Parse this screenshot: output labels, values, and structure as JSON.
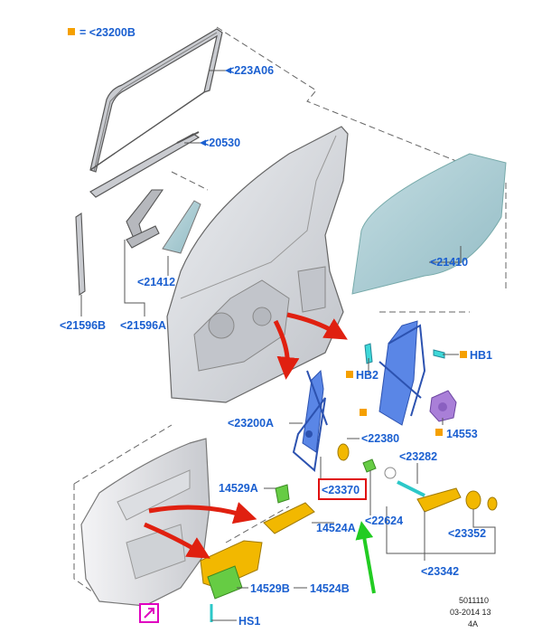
{
  "colors": {
    "label_blue": "#1a5fd0",
    "callout_orange": "#f5a000",
    "highlight_red": "#e01010",
    "arrow_red": "#e02010",
    "arrow_green": "#22cc22",
    "link_magenta": "#e000c0",
    "regulator_blue": "#3a6fd8",
    "switch_yellow": "#f2b800",
    "glass_teal": "#a9cbd2",
    "door_gray": "#d7d9dd"
  },
  "legend": {
    "text": "= <23200B"
  },
  "labels": {
    "p223A06": "<223A06",
    "p20530": "<20530",
    "p21412": "<21412",
    "p21410": "<21410",
    "p21596B": "<21596B",
    "p21596A": "<21596A",
    "HB1": "HB1",
    "HB2": "HB2",
    "p14553": "14553",
    "p23200A": "<23200A",
    "p22380": "<22380",
    "p23282": "<23282",
    "p14529A": "14529A",
    "p23370": "<23370",
    "p14524A": "14524A",
    "p22624": "<22624",
    "p23352": "<23352",
    "p23342": "<23342",
    "p14529B": "14529B",
    "p14524B": "14524B",
    "HS1": "HS1"
  },
  "footer": {
    "line1": "5011110",
    "line2": "03-2014 13",
    "line3": "4A"
  },
  "icons": {
    "callout_marker": "orange-square-icon",
    "link": "external-link-arrow-icon"
  }
}
